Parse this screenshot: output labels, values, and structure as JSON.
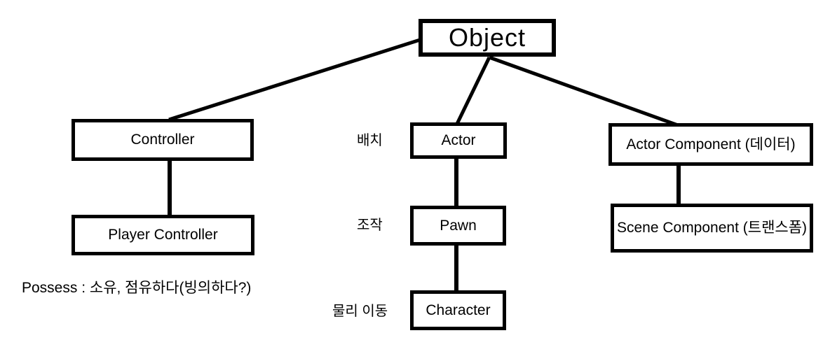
{
  "diagram": {
    "background_color": "#ffffff",
    "line_color": "#000000",
    "nodes": {
      "object": {
        "label": "Object"
      },
      "controller": {
        "label": "Controller"
      },
      "player_controller": {
        "label": "Player Controller"
      },
      "actor": {
        "label": "Actor"
      },
      "pawn": {
        "label": "Pawn"
      },
      "character": {
        "label": "Character"
      },
      "actor_component": {
        "label": "Actor Component (데이터)"
      },
      "scene_component": {
        "label": "Scene Component (트랜스폼)"
      }
    },
    "side_labels": {
      "actor": "배치",
      "pawn": "조작",
      "character": "물리 이동"
    },
    "note": "Possess : 소유, 점유하다(빙의하다?)",
    "edges": [
      {
        "from": "Object",
        "to": "Controller"
      },
      {
        "from": "Object",
        "to": "Actor"
      },
      {
        "from": "Object",
        "to": "Actor Component (데이터)"
      },
      {
        "from": "Controller",
        "to": "Player Controller"
      },
      {
        "from": "Actor",
        "to": "Pawn"
      },
      {
        "from": "Pawn",
        "to": "Character"
      },
      {
        "from": "Actor Component (데이터)",
        "to": "Scene Component (트랜스폼)"
      }
    ]
  }
}
